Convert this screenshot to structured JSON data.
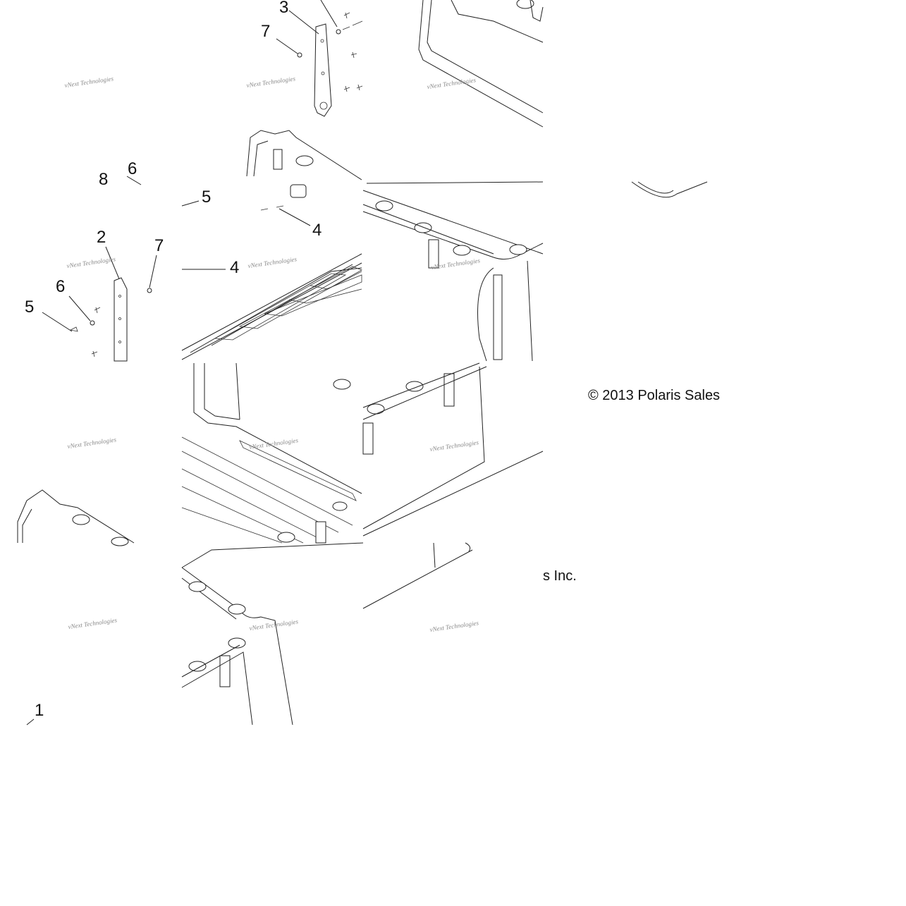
{
  "callouts": {
    "c1": "1",
    "c2": "2",
    "c3": "3",
    "c4a": "4",
    "c4b": "4",
    "c5a": "5",
    "c5b": "5",
    "c6a": "6",
    "c6b": "6",
    "c7a": "7",
    "c7b": "7",
    "c8": "8"
  },
  "watermark": {
    "line1": "vNext Technologies",
    "line2": "vNext Technologies"
  },
  "copyright": {
    "part1": "© 2013 Polaris Sales",
    "part2": "s Inc."
  }
}
